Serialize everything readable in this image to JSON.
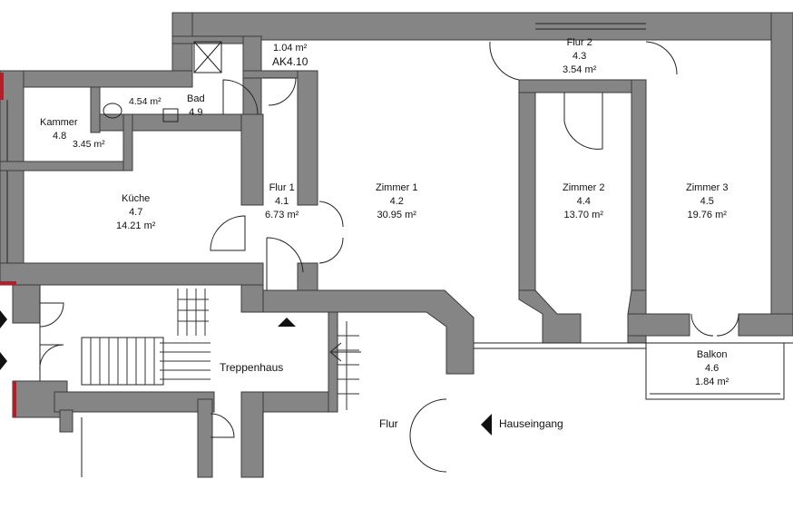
{
  "rooms": [
    {
      "id": "ak",
      "name": "",
      "number": "AK4.10",
      "area": "1.04 m²"
    },
    {
      "id": "bad",
      "name": "Bad",
      "number": "4.9",
      "area": "4.54 m²"
    },
    {
      "id": "kammer",
      "name": "Kammer",
      "number": "4.8",
      "area": "3.45 m²"
    },
    {
      "id": "kueche",
      "name": "Küche",
      "number": "4.7",
      "area": "14.21 m²"
    },
    {
      "id": "flur1",
      "name": "Flur 1",
      "number": "4.1",
      "area": "6.73 m²"
    },
    {
      "id": "zimmer1",
      "name": "Zimmer 1",
      "number": "4.2",
      "area": "30.95 m²"
    },
    {
      "id": "flur2",
      "name": "Flur 2",
      "number": "4.3",
      "area": "3.54 m²"
    },
    {
      "id": "zimmer2",
      "name": "Zimmer 2",
      "number": "4.4",
      "area": "13.70 m²"
    },
    {
      "id": "zimmer3",
      "name": "Zimmer 3",
      "number": "4.5",
      "area": "19.76 m²"
    },
    {
      "id": "balkon",
      "name": "Balkon",
      "number": "4.6",
      "area": "1.84 m²"
    }
  ],
  "labels": {
    "treppenhaus": "Treppenhaus",
    "flur": "Flur",
    "hauseingang": "Hauseingang"
  },
  "colors": {
    "wall": "#858585",
    "wall_outline": "#3a3a3a",
    "line": "#222222",
    "accent_red": "#b0202a"
  }
}
